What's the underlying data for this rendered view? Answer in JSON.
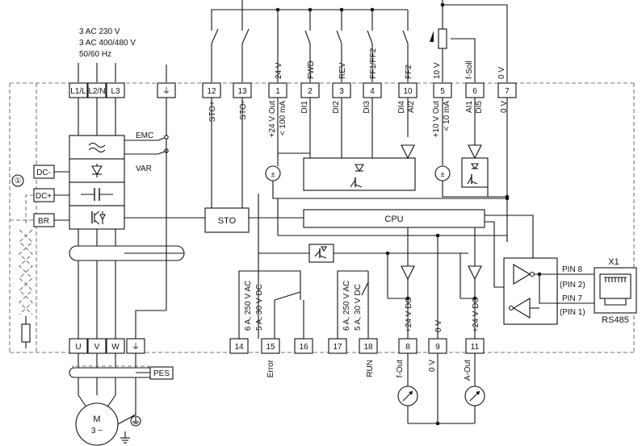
{
  "supply": {
    "line1": "3 AC 230 V",
    "line2": "3 AC 400/480 V",
    "line3": "50/60 Hz"
  },
  "top_terminals": [
    "L1/L",
    "L2/N",
    "L3",
    "12",
    "13",
    "1",
    "2",
    "3",
    "4",
    "10",
    "5",
    "6",
    "7"
  ],
  "pe_symbol": "⏚",
  "top_signal_labels": [
    "24 V",
    "FWD",
    "REV",
    "FF1/FF2",
    "FF2",
    "10 V",
    "f-Soll",
    "0 V"
  ],
  "terminal_functions": {
    "sto_plus": "STO+",
    "sto_minus": "STO-",
    "t1_out": "+24 V Out",
    "t1_max": "< 100 mA",
    "di1": "DI1",
    "di2": "DI2",
    "di3": "DI3",
    "di4": "DI4",
    "ai2": "AI2",
    "t5_out": "+10 V Out",
    "t5_max": "< 10 mA",
    "ai1": "AI1",
    "di5": "DI5",
    "t7": "0 V"
  },
  "blocks": {
    "emc": "EMC",
    "var": "VAR",
    "sto": "STO",
    "cpu": "CPU",
    "dc_minus": "DC-",
    "dc_plus": "DC+",
    "br": "BR",
    "pes": "PES",
    "marker": "①"
  },
  "bottom_terminals": [
    "U",
    "V",
    "W",
    "⏚",
    "14",
    "15",
    "16",
    "17",
    "18",
    "8",
    "9",
    "11"
  ],
  "relay1": {
    "rating1": "6 A, 250 V AC",
    "rating2": "5 A, 30 V DC",
    "label": "Error"
  },
  "relay2": {
    "rating1": "6 A, 250 V AC",
    "rating2": "5 A, 30 V DC",
    "label": "RUN"
  },
  "outputs": {
    "t8_func": "+24 V DO",
    "t9_func": "0 V",
    "t11_func": "+24 V DO",
    "t8_label": "f-Out",
    "t9_label": "0 V",
    "t11_label": "A-Out"
  },
  "motor": {
    "letter": "M",
    "phases": "3 ~"
  },
  "rs485": {
    "connector": "X1",
    "pin8": "PIN 8",
    "pin8_alt": "(PIN 2)",
    "pin7": "PIN 7",
    "pin7_alt": "(PIN 1)",
    "name": "RS485"
  }
}
